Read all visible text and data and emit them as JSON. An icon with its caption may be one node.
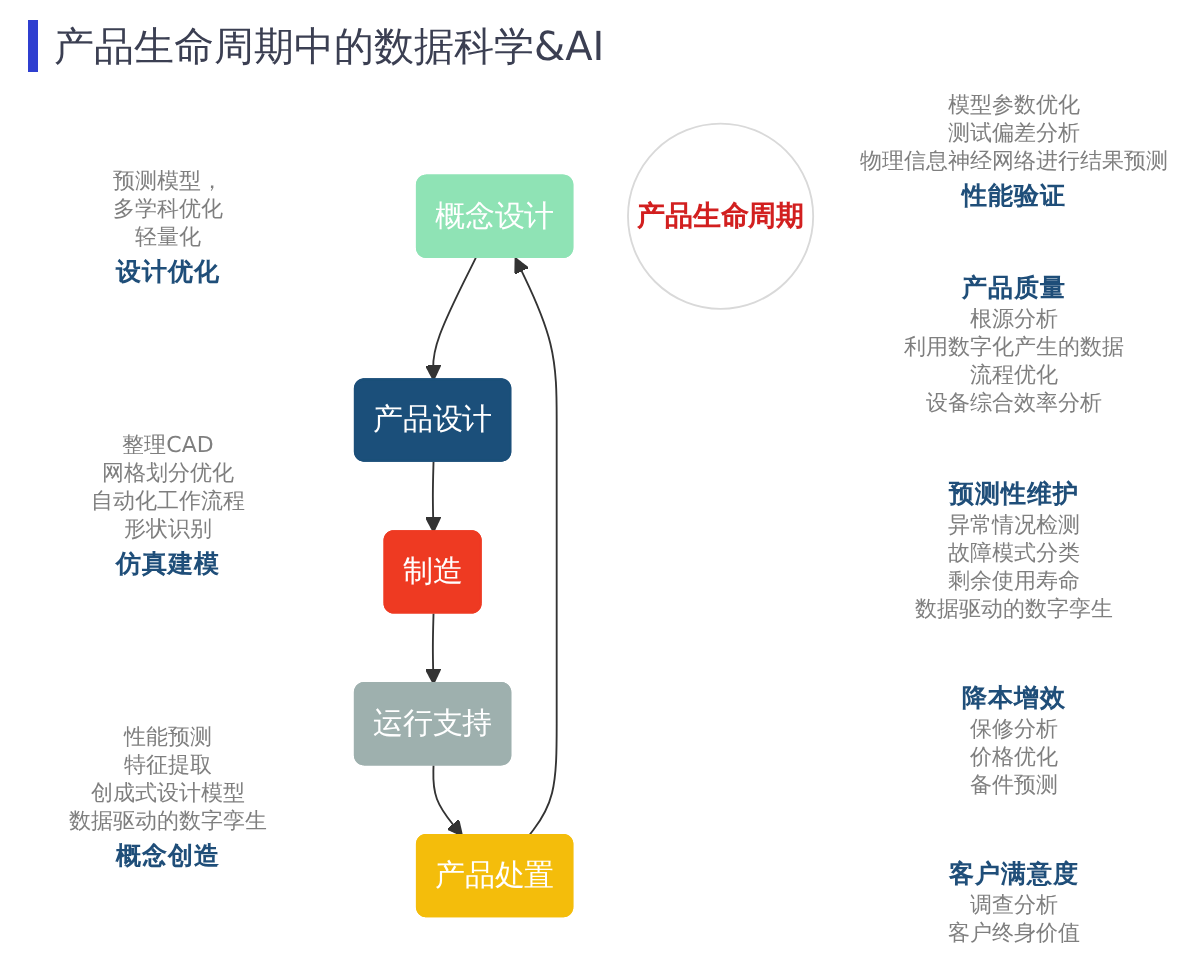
{
  "diagram": {
    "title": "产品生命周期中的数据科学&AI",
    "nodes": [
      {
        "text": [
          "概念设计"
        ]
      },
      {
        "text": [
          "产品设计"
        ]
      },
      {
        "text": [
          "制造"
        ]
      },
      {
        "text": [
          "运行支持"
        ]
      },
      {
        "text": [
          "产品处置"
        ]
      },
      {
        "text": [
          "产品生命周期"
        ]
      }
    ],
    "edges": [
      {
        "from": 0,
        "to": 1,
        "arrow": "to"
      },
      {
        "from": 1,
        "to": 2,
        "arrow": "to"
      },
      {
        "from": 2,
        "to": 3,
        "arrow": "to"
      },
      {
        "from": 3,
        "to": 4,
        "arrow": "to"
      },
      {
        "from": 4,
        "to": 0,
        "arrow": "to"
      }
    ],
    "labels": [
      "预测模型，",
      "多学科优化",
      "轻量化",
      "设计优化",
      "模型参数优化",
      "测试偏差分析",
      "物理信息神经网络进行结果预测",
      "性能验证",
      "产品质量",
      "根源分析",
      "利用数字化产生的数据",
      "流程优化",
      "设备综合效率分析",
      "整理CAD",
      "网格划分优化",
      "自动化工作流程",
      "形状识别",
      "仿真建模",
      "预测性维护",
      "异常情况检测",
      "故障模式分类",
      "剩余使用寿命",
      "数据驱动的数字孪生",
      "性能预测",
      "特征提取",
      "创成式设计模型",
      "数据驱动的数字孪生",
      "概念创造",
      "降本增效",
      "保修分析",
      "价格优化",
      "备件预测",
      "客户满意度",
      "调查分析",
      "客户终身价值"
    ]
  }
}
